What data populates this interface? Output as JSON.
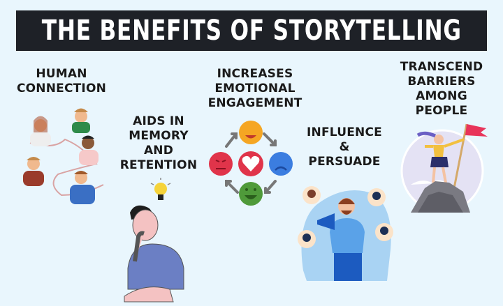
{
  "title": "THE BENEFITS OF STORYTELLING",
  "benefits": [
    {
      "id": "human-connection",
      "lines": [
        "HUMAN",
        "CONNECTION"
      ],
      "illustration": "people-connected-by-string"
    },
    {
      "id": "memory-retention",
      "lines": [
        "AIDS IN",
        "MEMORY",
        "AND",
        "RETENTION"
      ],
      "illustration": "thinking-man-with-lightbulb"
    },
    {
      "id": "emotional-engagement",
      "lines": [
        "INCREASES",
        "EMOTIONAL",
        "ENGAGEMENT"
      ],
      "illustration": "emotion-cycle-faces"
    },
    {
      "id": "influence-persuade",
      "lines": [
        "INFLUENCE",
        "&",
        "PERSUADE"
      ],
      "illustration": "man-with-megaphone"
    },
    {
      "id": "transcend-barriers",
      "lines": [
        "TRANSCEND",
        "BARRIERS",
        "AMONG",
        "PEOPLE"
      ],
      "illustration": "woman-on-mountain-with-flag"
    }
  ],
  "colors": {
    "background": "#e9f6fd",
    "title_bar": "#1e2127",
    "title_text": "#ffffff",
    "happy": "#f5a623",
    "sad": "#3b7de0",
    "angry": "#e0344a",
    "love": "#e0344a",
    "laugh": "#4f9a3a"
  }
}
